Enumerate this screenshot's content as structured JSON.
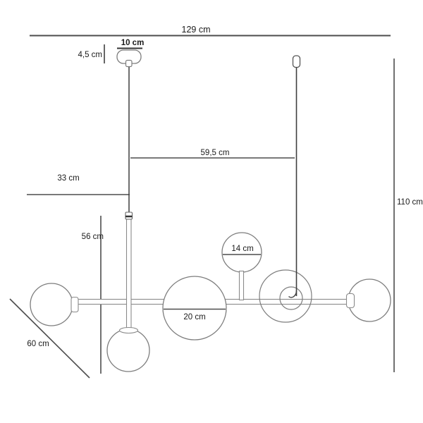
{
  "dimensions": {
    "total_width": "129 cm",
    "canopy_width": "10 cm",
    "canopy_height": "4,5 cm",
    "cord_spacing": "59,5 cm",
    "left_offset": "33 cm",
    "total_height": "110 cm",
    "body_height": "56 cm",
    "depth": "60 cm",
    "large_globe_diameter": "20 cm",
    "small_globe_diameter": "14 cm"
  },
  "colors": {
    "background": "#ffffff",
    "dimension_line": "#4d4d4d",
    "fixture_stroke": "#7d7d7d",
    "cord": "#3f3f3f",
    "text": "#1a1a1a"
  }
}
